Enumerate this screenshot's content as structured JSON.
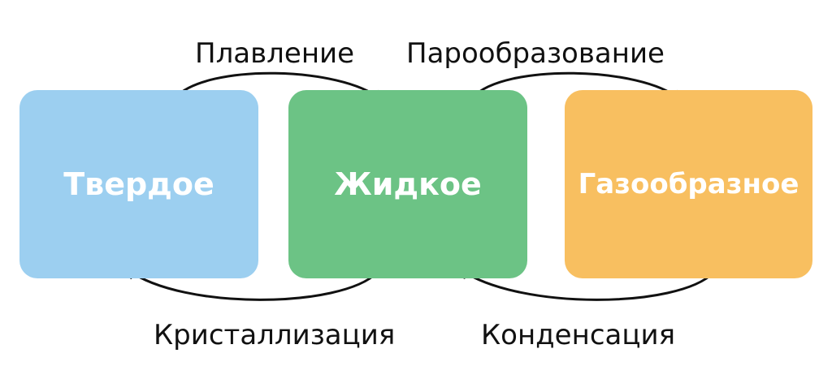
{
  "states": {
    "solid": {
      "label": "Твердое",
      "color": "#9ccff0"
    },
    "liquid": {
      "label": "Жидкое",
      "color": "#6cc385"
    },
    "gas": {
      "label": "Газообразное",
      "color": "#f8bf60"
    }
  },
  "transitions": {
    "melting": "Плавление",
    "vaporization": "Парообразование",
    "crystallization": "Кристаллизация",
    "condensation": "Конденсация"
  }
}
